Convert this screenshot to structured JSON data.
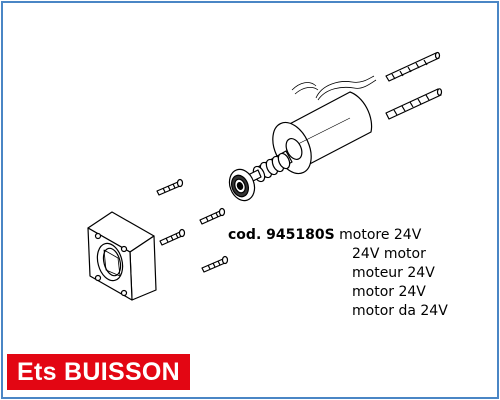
{
  "part": {
    "code_label": "cod. 945180S",
    "descriptions": [
      "motore 24V",
      "24V motor",
      "moteur 24V",
      "motor 24V",
      "motor da 24V"
    ]
  },
  "brand": {
    "name": "Ets BUISSON",
    "color": "#e30613"
  },
  "frame_color": "#4a86c5"
}
